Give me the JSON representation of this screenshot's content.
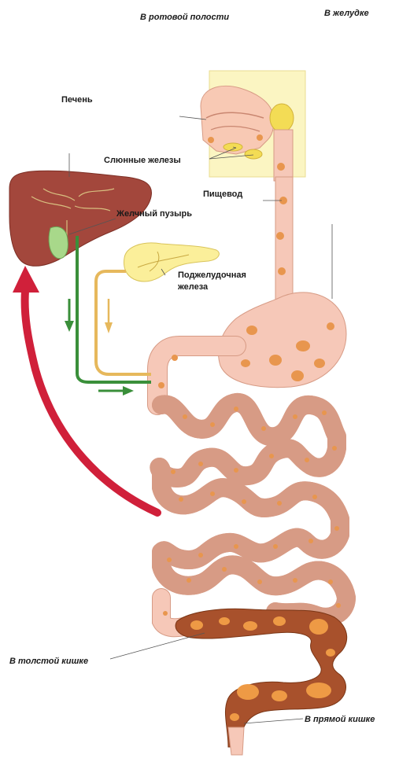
{
  "labels": {
    "mouth": "В ротовой полости",
    "stomach": "В желудке",
    "liver": "Печень",
    "salivary": "Слюнные железы",
    "esophagus": "Пищевод",
    "gallbladder": "Желчный пузырь",
    "pancreas_line1": "Поджелудочная",
    "pancreas_line2": "железа",
    "large_intestine": "В толстой кишке",
    "rectum": "В прямой кишке"
  },
  "colors": {
    "liver": "#a3473c",
    "gallbladder": "#a8d88a",
    "pancreas": "#fbef9a",
    "gut_tube": "#f6c8b8",
    "nutrient_dots": "#e8964e",
    "colon": "#a8512c",
    "colon_spots": "#ee9a45",
    "bile_duct": "#3a8f3a",
    "pancreatic_duct": "#e6b85c",
    "portal_arrow": "#d0203a",
    "head_box": "#fbf5c2"
  }
}
